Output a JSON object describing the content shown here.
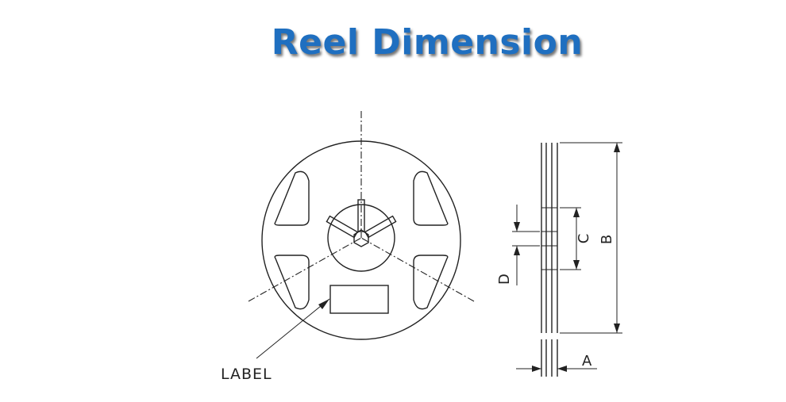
{
  "title": "Reel Dimension",
  "labels": {
    "label_callout": "LABEL",
    "dim_a": "A",
    "dim_b": "B",
    "dim_c": "C",
    "dim_d": "D"
  },
  "colors": {
    "title": "#1f6fc0",
    "lines": "#222222"
  }
}
